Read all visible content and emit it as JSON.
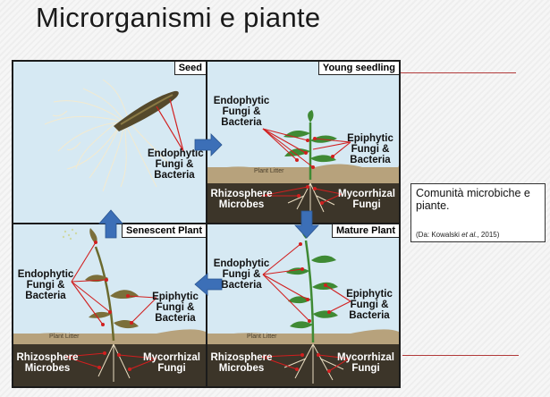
{
  "slide": {
    "title": "Microrganismi e piante"
  },
  "panels": {
    "seed": {
      "label": "Seed",
      "endophytic": [
        "Endophytic",
        "Fungi &",
        "Bacteria"
      ]
    },
    "young_seedling": {
      "label": "Young seedling",
      "endophytic": [
        "Endophytic",
        "Fungi &",
        "Bacteria"
      ],
      "epiphytic": [
        "Epiphytic",
        "Fungi &",
        "Bacteria"
      ],
      "plant_litter": "Plant Litter",
      "rhizosphere": [
        "Rhizosphere",
        "Microbes"
      ],
      "mycorrhizal": [
        "Mycorrhizal",
        "Fungi"
      ]
    },
    "senescent_plant": {
      "label": "Senescent Plant",
      "endophytic": [
        "Endophytic",
        "Fungi &",
        "Bacteria"
      ],
      "epiphytic": [
        "Epiphytic",
        "Fungi &",
        "Bacteria"
      ],
      "plant_litter": "Plant Litter",
      "rhizosphere": [
        "Rhizosphere",
        "Microbes"
      ],
      "mycorrhizal": [
        "Mycorrhizal",
        "Fungi"
      ]
    },
    "mature_plant": {
      "label": "Mature Plant",
      "endophytic": [
        "Endophytic",
        "Fungi &",
        "Bacteria"
      ],
      "epiphytic": [
        "Epiphytic",
        "Fungi &",
        "Bacteria"
      ],
      "plant_litter": "Plant Litter",
      "rhizosphere": [
        "Rhizosphere",
        "Microbes"
      ],
      "mycorrhizal": [
        "Mycorrhizal",
        "Fungi"
      ]
    }
  },
  "caption": {
    "text": "Comunità microbiche e piante.",
    "source_prefix": "(Da: Kowalski ",
    "source_italic": "et al.",
    "source_suffix": ", 2015)"
  },
  "colors": {
    "arrow": "#3c6fb7",
    "pointer": "#d11f1f",
    "sky": "#d6e9f3",
    "soil": "#3c3529",
    "topsoil": "#b7a27c",
    "plant": "#3f8a34"
  }
}
